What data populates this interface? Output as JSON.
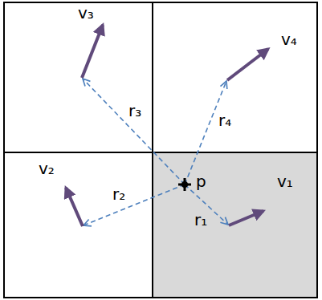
{
  "diagram": {
    "labels": [
      "v₃",
      "v₄",
      "r₃",
      "r₄",
      "p",
      "v₂",
      "r₂",
      "v₁",
      "r₁"
    ]
  }
}
